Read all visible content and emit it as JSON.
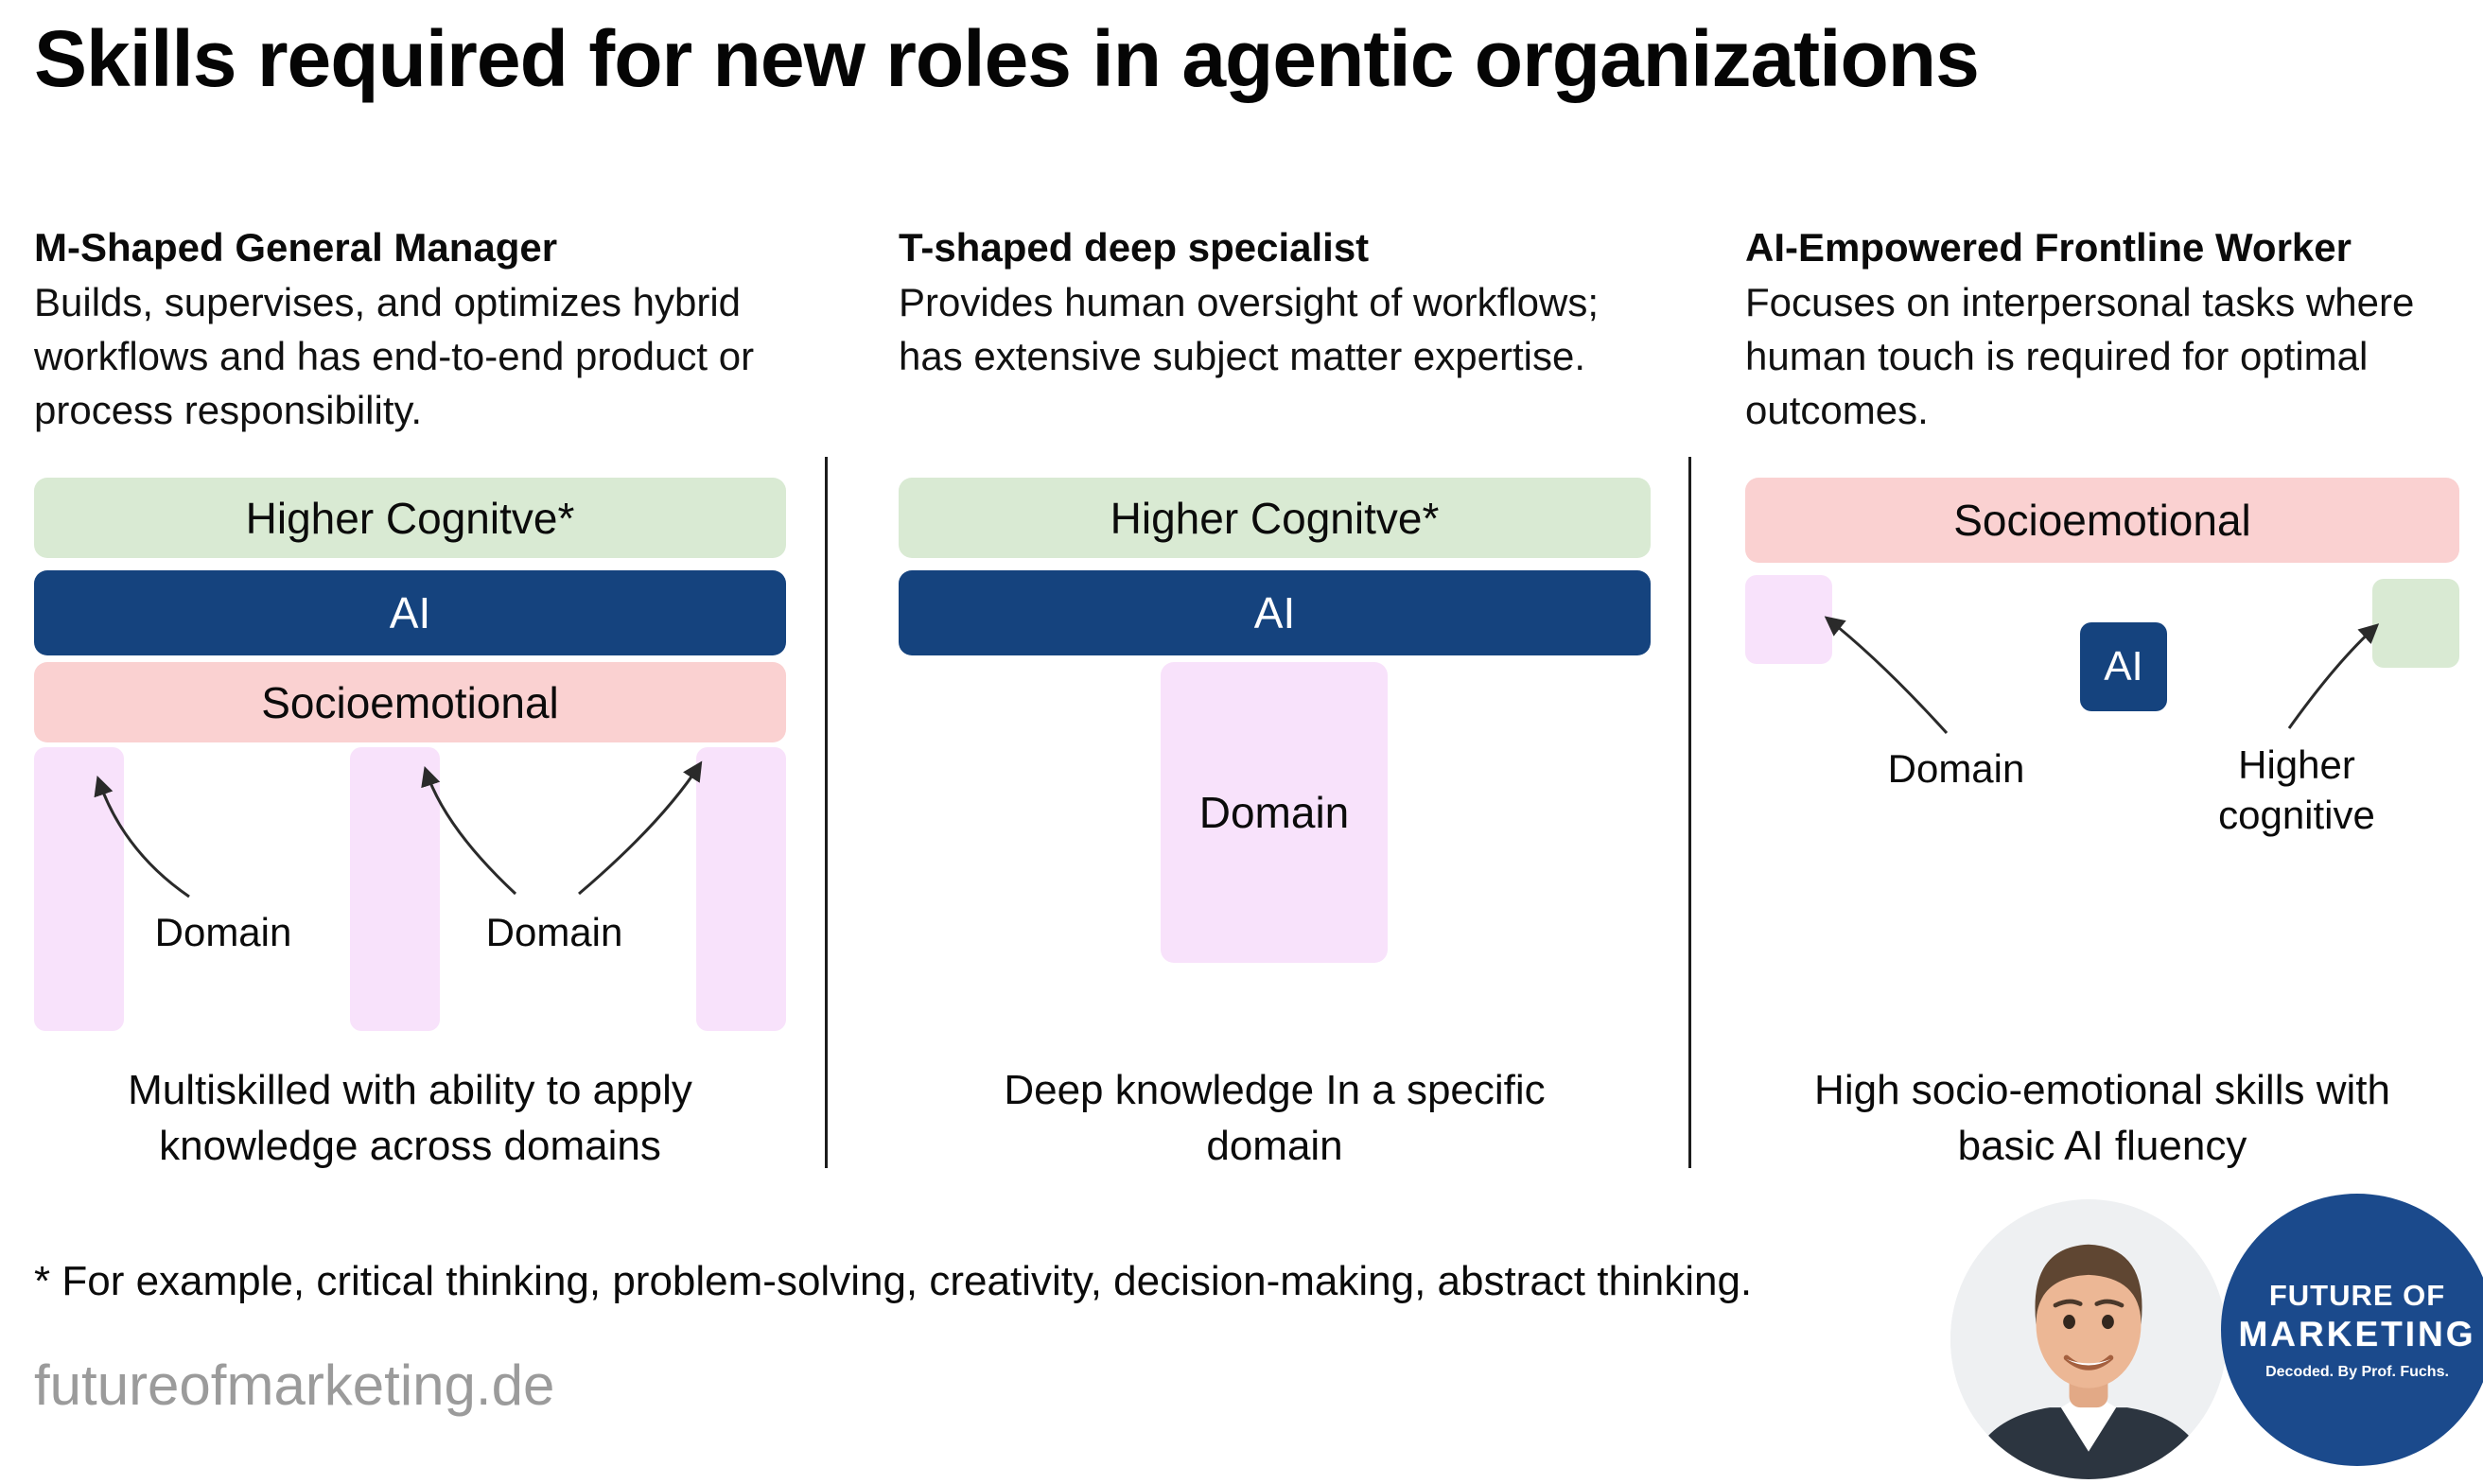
{
  "title": "Skills required for new roles in agentic organizations",
  "columns": [
    {
      "heading": "M-Shaped General Manager",
      "description": "Builds, supervises, and optimizes hybrid workflows and has end-to-end product or process responsibility.",
      "bar_higher_cognitive": "Higher Cognitve*",
      "bar_ai": "AI",
      "bar_socioemotional": "Socioemotional",
      "domain_label_1": "Domain",
      "domain_label_2": "Domain",
      "caption": "Multiskilled with ability to apply knowledge across domains"
    },
    {
      "heading": "T-shaped deep specialist",
      "description": "Provides human oversight of workflows; has extensive subject matter expertise.",
      "bar_higher_cognitive": "Higher Cognitve*",
      "bar_ai": "AI",
      "domain_block": "Domain",
      "caption": "Deep knowledge In a specific domain"
    },
    {
      "heading": "AI-Empowered Frontline Worker",
      "description": "Focuses on interpersonal tasks where human touch is required for optimal outcomes.",
      "bar_socioemotional": "Socioemotional",
      "bar_ai": "AI",
      "domain_label": "Domain",
      "higher_cognitive_label": "Higher cognitive",
      "caption": "High socio-emotional skills with basic AI fluency"
    }
  ],
  "footnote": "* For example, critical thinking, problem-solving, creativity, decision-making, abstract thinking.",
  "website": "futureofmarketing.de",
  "logo": {
    "line1": "FUTURE OF",
    "line2": "MARKETING",
    "line3": "Decoded. By Prof. Fuchs."
  },
  "colors": {
    "higher_cognitive_green": "#d9ead3",
    "ai_blue": "#15437e",
    "socioemotional_pink": "#fad1d1",
    "domain_lavender": "#f8e2fb",
    "logo_blue": "#1b4a8c",
    "website_gray": "#9b9b9b"
  }
}
